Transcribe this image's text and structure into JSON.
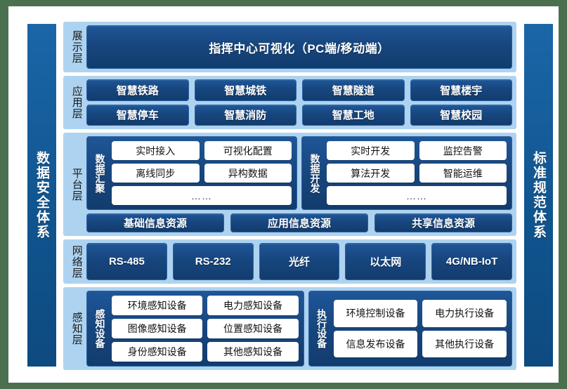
{
  "pillars": {
    "left": {
      "label": "数据安全体系"
    },
    "right": {
      "label": "标准规范体系"
    }
  },
  "layers": {
    "display": {
      "name": "展示层",
      "bar": "指挥中心可视化（PC端/移动端）"
    },
    "application": {
      "name": "应用层",
      "items": [
        "智慧铁路",
        "智慧城铁",
        "智慧隧道",
        "智慧楼宇",
        "智慧停车",
        "智慧消防",
        "智慧工地",
        "智慧校园"
      ]
    },
    "platform": {
      "name": "平台层",
      "groups": [
        {
          "title": "数据汇聚",
          "items": [
            "实时接入",
            "可视化配置",
            "离线同步",
            "异构数据"
          ],
          "more": "……"
        },
        {
          "title": "数据开发",
          "items": [
            "实时开发",
            "监控告警",
            "算法开发",
            "智能运维"
          ],
          "more": "……"
        }
      ],
      "resources": [
        "基础信息资源",
        "应用信息资源",
        "共享信息资源"
      ]
    },
    "network": {
      "name": "网络层",
      "items": [
        "RS-485",
        "RS-232",
        "光纤",
        "以太网",
        "4G/NB-IoT"
      ]
    },
    "sensing": {
      "name": "感知层",
      "groups": [
        {
          "title": "感知设备",
          "items": [
            "环境感知设备",
            "电力感知设备",
            "图像感知设备",
            "位置感知设备",
            "身份感知设备",
            "其他感知设备"
          ]
        },
        {
          "title": "执行设备",
          "items": [
            "环境控制设备",
            "电力执行设备",
            "信息发布设备",
            "其他执行设备"
          ]
        }
      ]
    }
  },
  "colors": {
    "outer_background": "#4a7050",
    "canvas": "#ffffff",
    "band": "#aed3f0",
    "chip_dark_blue": "#17467e",
    "pillar_blue": "#10558f",
    "white_box": "#ffffff"
  }
}
